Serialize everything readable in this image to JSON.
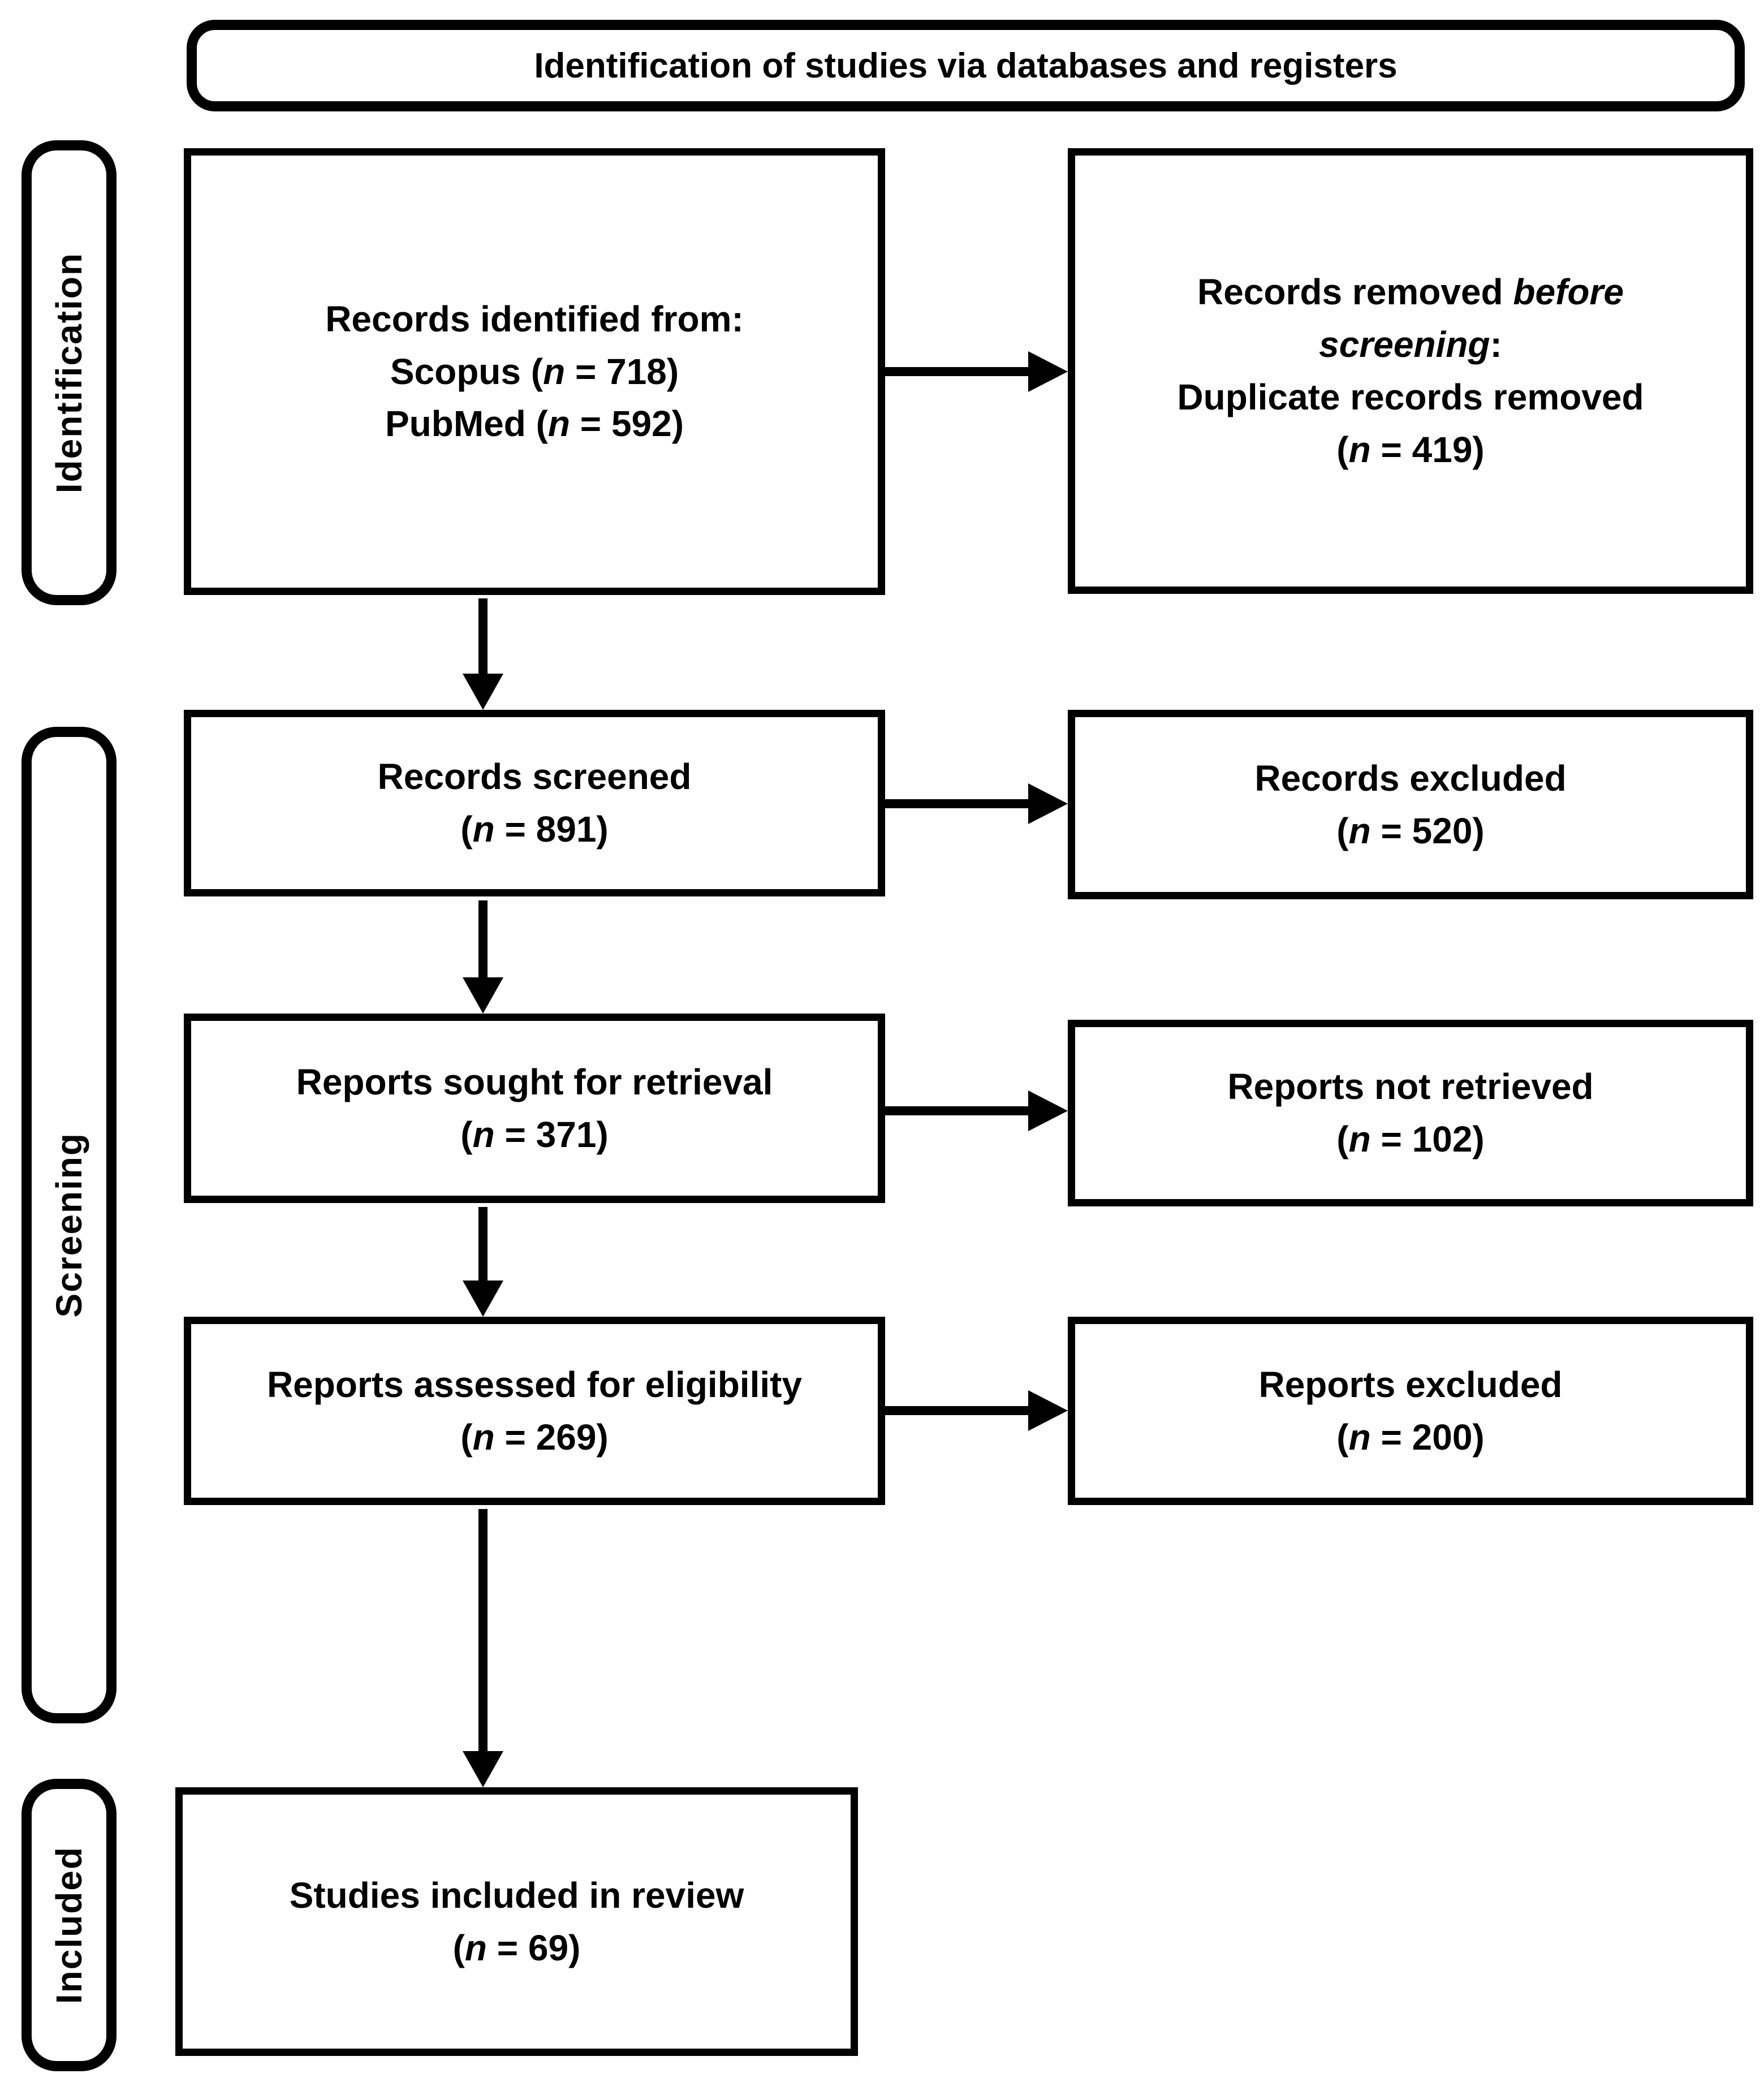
{
  "meta": {
    "background_color": "#ffffff",
    "line_color": "#000000",
    "diagram_type": "PRISMA flow diagram"
  },
  "header": {
    "title": "Identification of studies via databases and registers"
  },
  "stages": {
    "identification": {
      "label": "Identification"
    },
    "screening": {
      "label": "Screening"
    },
    "included": {
      "label": "Included"
    }
  },
  "boxes": {
    "records_identified": {
      "lines": [
        [
          {
            "t": "Records identified from:"
          }
        ],
        [
          {
            "t": "Scopus ("
          },
          {
            "t": "n",
            "i": true
          },
          {
            "t": " = 718)"
          }
        ],
        [
          {
            "t": "PubMed ("
          },
          {
            "t": "n",
            "i": true
          },
          {
            "t": " = 592)"
          }
        ]
      ],
      "counts": {
        "scopus": 718,
        "pubmed": 592
      }
    },
    "records_removed": {
      "lines": [
        [
          {
            "t": "Records removed "
          },
          {
            "t": "before",
            "i": true
          }
        ],
        [
          {
            "t": "screening",
            "i": true
          },
          {
            "t": ":"
          }
        ],
        [
          {
            "t": "Duplicate records removed"
          }
        ],
        [
          {
            "t": "("
          },
          {
            "t": "n",
            "i": true
          },
          {
            "t": " = 419)"
          }
        ]
      ],
      "counts": {
        "duplicates_removed": 419
      }
    },
    "records_screened": {
      "lines": [
        [
          {
            "t": "Records screened"
          }
        ],
        [
          {
            "t": "("
          },
          {
            "t": "n",
            "i": true
          },
          {
            "t": " = 891)"
          }
        ]
      ],
      "counts": {
        "screened": 891
      }
    },
    "records_excluded": {
      "lines": [
        [
          {
            "t": "Records excluded"
          }
        ],
        [
          {
            "t": "("
          },
          {
            "t": "n",
            "i": true
          },
          {
            "t": " = 520)"
          }
        ]
      ],
      "counts": {
        "excluded": 520
      }
    },
    "reports_sought": {
      "lines": [
        [
          {
            "t": "Reports sought for retrieval"
          }
        ],
        [
          {
            "t": "("
          },
          {
            "t": "n",
            "i": true
          },
          {
            "t": " = 371)"
          }
        ]
      ],
      "counts": {
        "sought": 371
      }
    },
    "reports_not_retrieved": {
      "lines": [
        [
          {
            "t": "Reports not retrieved"
          }
        ],
        [
          {
            "t": "("
          },
          {
            "t": "n",
            "i": true
          },
          {
            "t": " = 102)"
          }
        ]
      ],
      "counts": {
        "not_retrieved": 102
      }
    },
    "reports_assessed": {
      "lines": [
        [
          {
            "t": "Reports assessed for eligibility"
          }
        ],
        [
          {
            "t": "("
          },
          {
            "t": "n",
            "i": true
          },
          {
            "t": " = 269)"
          }
        ]
      ],
      "counts": {
        "assessed": 269
      }
    },
    "reports_excluded": {
      "lines": [
        [
          {
            "t": "Reports excluded"
          }
        ],
        [
          {
            "t": "("
          },
          {
            "t": "n",
            "i": true
          },
          {
            "t": " = 200)"
          }
        ]
      ],
      "counts": {
        "excluded": 200
      }
    },
    "studies_included": {
      "lines": [
        [
          {
            "t": "Studies included in review"
          }
        ],
        [
          {
            "t": "("
          },
          {
            "t": "n",
            "i": true
          },
          {
            "t": " = 69)"
          }
        ]
      ],
      "counts": {
        "included": 69
      }
    }
  }
}
